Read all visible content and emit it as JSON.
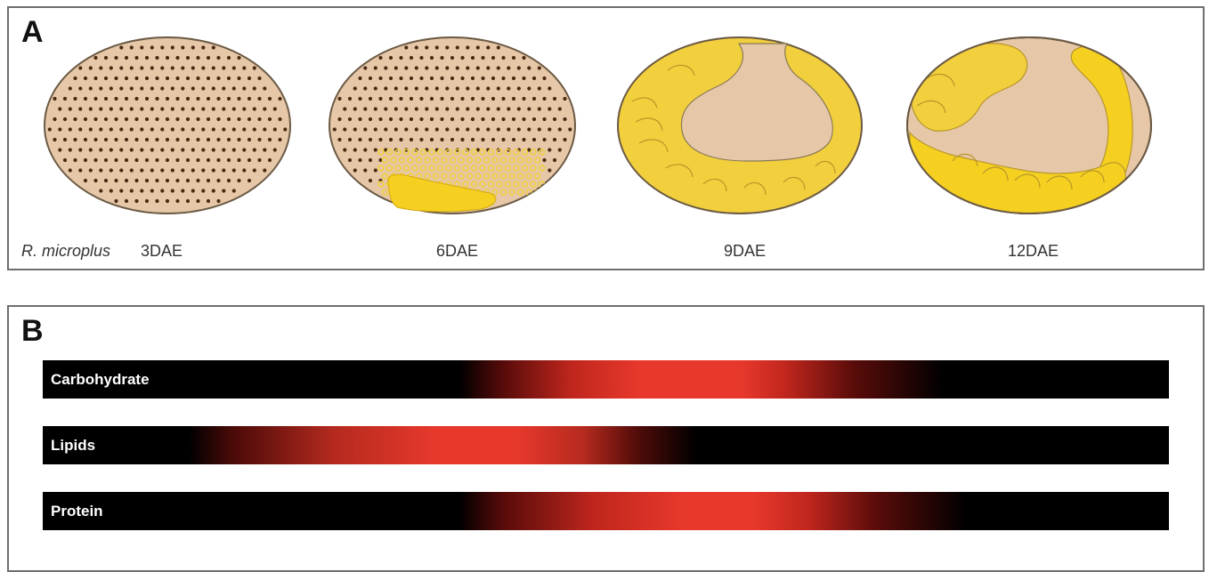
{
  "panelA": {
    "letter": "A",
    "species": "R. microplus",
    "stages": [
      "3DAE",
      "6DAE",
      "9DAE",
      "12DAE"
    ]
  },
  "panelB": {
    "letter": "B",
    "bars": [
      {
        "label": "Carbohydrate"
      },
      {
        "label": "Lipids"
      },
      {
        "label": "Protein"
      }
    ]
  },
  "colors": {
    "egg_fill": "#e6c7a8",
    "egg_outline": "#6b5a44",
    "dot": "#4a2a12",
    "yellow": "#f2cf3c",
    "bright_yellow": "#f5d020",
    "gradient_peak": "#e8382c",
    "bar_base": "#000000"
  }
}
